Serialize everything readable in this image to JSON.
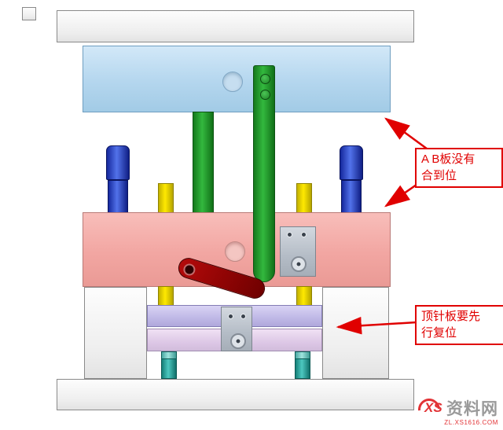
{
  "annotations": {
    "ab_gap": "A B板没有\n合到位",
    "ejector": "顶针板要先\n行复位"
  },
  "watermark": {
    "logo": "XS",
    "site": "资料网",
    "domain": "ZL.XS1616.COM"
  },
  "colors": {
    "annotation_red": "#e00000",
    "a_plate_blue": "#b4d6ee",
    "b_plate_pink": "#f2a6a2",
    "guide_pin_blue": "#2a46c8",
    "return_pin_yellow": "#ffe900",
    "latch_green": "#2aa435",
    "lever_dark_red": "#8e0404",
    "ejector_retainer_purple": "#bfb8e6",
    "ejector_base_pink": "#ddc8e6",
    "support_teal": "#4cc8c0",
    "plate_white": "#f2f2f2"
  }
}
